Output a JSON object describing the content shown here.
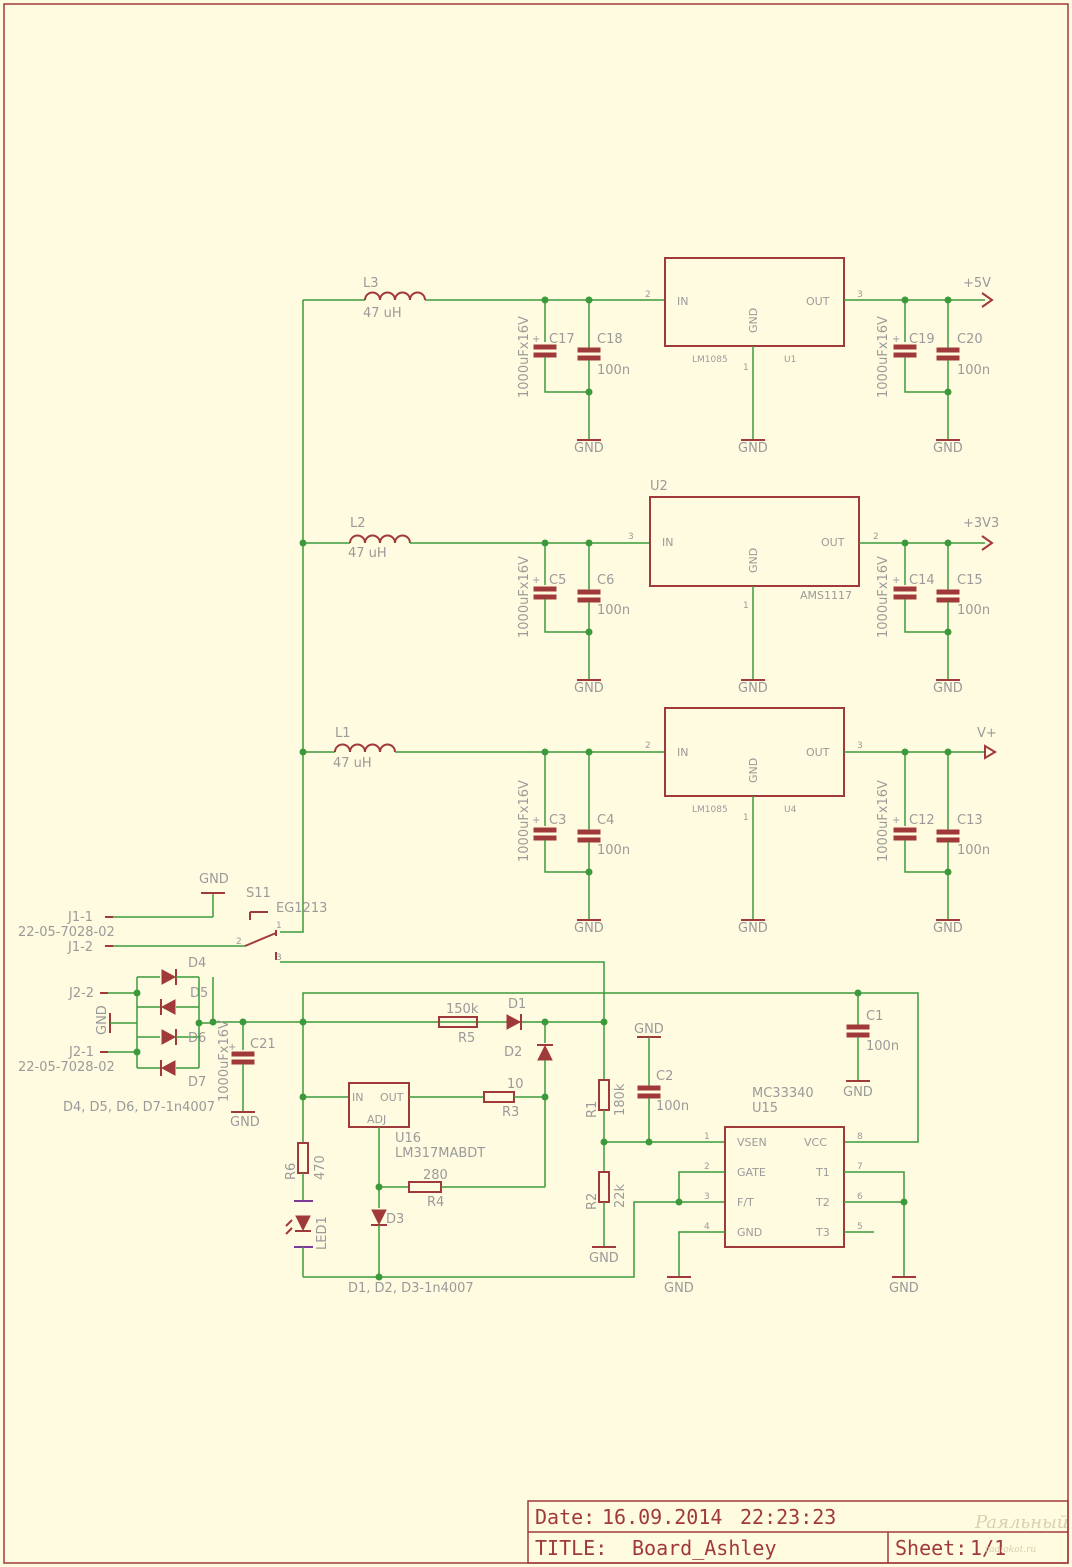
{
  "title_block": {
    "date_label": "Date:",
    "date_value": "16.09.2014",
    "time_value": "22:23:23",
    "title_label": "TITLE:",
    "title_value": "Board_Ashley",
    "sheet_label": "Sheet:",
    "sheet_value": "1/1"
  },
  "watermark": {
    "name": "Paяльный КОТ",
    "site": "radiokot.ru"
  },
  "rails": {
    "plus5v": "+5V",
    "plus3v3": "+3V3",
    "vplus": "V+",
    "gnd": "GND"
  },
  "regulators": {
    "u1": {
      "ref": "U1",
      "value": "LM1085",
      "in": "IN",
      "out": "OUT",
      "gnd": "GND",
      "pin_in": "2",
      "pin_out": "3",
      "pin_gnd": "1"
    },
    "u2": {
      "ref": "U2",
      "value": "AMS1117",
      "in": "IN",
      "out": "OUT",
      "gnd": "GND",
      "pin_in": "3",
      "pin_out": "2",
      "pin_gnd": "1"
    },
    "u4": {
      "ref": "U4",
      "value": "LM1085",
      "in": "IN",
      "out": "OUT",
      "gnd": "GND",
      "pin_in": "2",
      "pin_out": "3",
      "pin_gnd": "1"
    }
  },
  "inductors": {
    "l1": {
      "ref": "L1",
      "value": "47 uH"
    },
    "l2": {
      "ref": "L2",
      "value": "47 uH"
    },
    "l3": {
      "ref": "L3",
      "value": "47 uH"
    }
  },
  "capacitors": {
    "c17": {
      "ref": "C17",
      "value": "1000uFx16V"
    },
    "c18": {
      "ref": "C18",
      "value": "100n"
    },
    "c19": {
      "ref": "C19",
      "value": "1000uFx16V"
    },
    "c20": {
      "ref": "C20",
      "value": "100n"
    },
    "c5": {
      "ref": "C5",
      "value": "1000uFx16V"
    },
    "c6": {
      "ref": "C6",
      "value": "100n"
    },
    "c14": {
      "ref": "C14",
      "value": "1000uFx16V"
    },
    "c15": {
      "ref": "C15",
      "value": "100n"
    },
    "c3": {
      "ref": "C3",
      "value": "1000uFx16V"
    },
    "c4": {
      "ref": "C4",
      "value": "100n"
    },
    "c12": {
      "ref": "C12",
      "value": "1000uFx16V"
    },
    "c13": {
      "ref": "C13",
      "value": "100n"
    },
    "c21": {
      "ref": "C21",
      "value": "1000uFx16V"
    },
    "c1": {
      "ref": "C1",
      "value": "100n"
    },
    "c2": {
      "ref": "C2",
      "value": "100n"
    }
  },
  "connectors": {
    "j1_1": "J1-1",
    "j1_2": "J1-2",
    "j1_part": "22-05-7028-02",
    "j2_1": "J2-1",
    "j2_2": "J2-2",
    "j2_part": "22-05-7028-02"
  },
  "switch": {
    "ref": "S11",
    "value": "EG1213",
    "pin1": "1",
    "pin2": "2",
    "pin3": "3"
  },
  "bridge": {
    "d4": "D4",
    "d5": "D5",
    "d6": "D6",
    "d7": "D7",
    "note": "D4, D5, D6, D7-1n4007"
  },
  "resistors": {
    "r5": {
      "ref": "R5",
      "value": "150k"
    },
    "r3": {
      "ref": "R3",
      "value": "10"
    },
    "r4": {
      "ref": "R4",
      "value": "280"
    },
    "r6": {
      "ref": "R6",
      "value": "470"
    },
    "r1": {
      "ref": "R1",
      "value": "180k"
    },
    "r2": {
      "ref": "R2",
      "value": "22k"
    }
  },
  "diodes": {
    "d1": "D1",
    "d2": "D2",
    "d3": "D3",
    "note": "D1, D2, D3-1n4007",
    "led": "LED1"
  },
  "u16": {
    "ref": "U16",
    "value": "LM317MABDT",
    "in": "IN",
    "out": "OUT",
    "adj": "ADJ"
  },
  "u15": {
    "ref": "U15",
    "value": "MC33340",
    "pins": [
      {
        "num": "1",
        "name": "VSEN"
      },
      {
        "num": "2",
        "name": "GATE"
      },
      {
        "num": "3",
        "name": "F/T"
      },
      {
        "num": "4",
        "name": "GND"
      },
      {
        "num": "8",
        "name": "VCC"
      },
      {
        "num": "7",
        "name": "T1"
      },
      {
        "num": "6",
        "name": "T2"
      },
      {
        "num": "5",
        "name": "T3"
      }
    ]
  }
}
